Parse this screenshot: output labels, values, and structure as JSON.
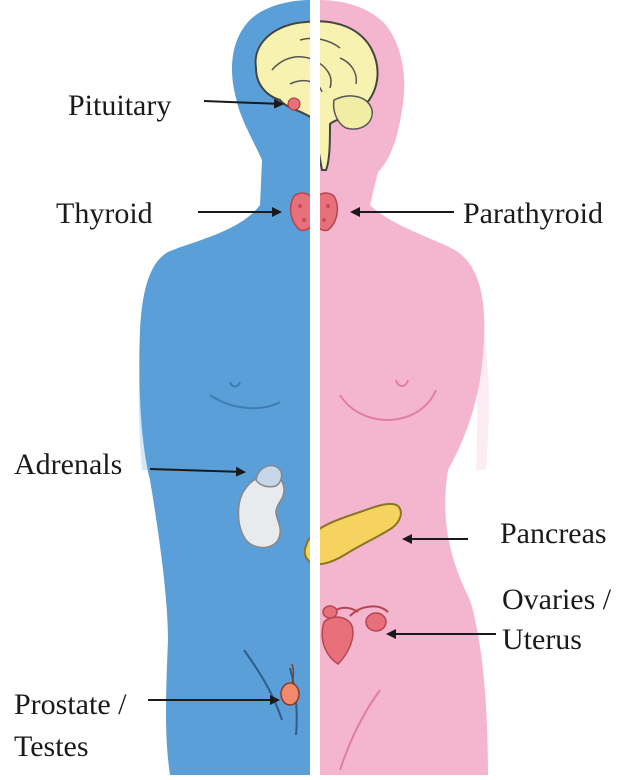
{
  "labels": {
    "pituitary": "Pituitary",
    "thyroid": "Thyroid",
    "parathyroid": "Parathyroid",
    "adrenals": "Adrenals",
    "pancreas": "Pancreas",
    "ovaries_line1": "Ovaries /",
    "ovaries_line2": "Uterus",
    "prostate_line1": "Prostate /",
    "prostate_line2": "Testes"
  },
  "colors": {
    "male_side": "#5b9fd8",
    "female_side": "#f4b6cf",
    "brain": "#f7f2b0",
    "gland_red": "#e8707a",
    "pancreas": "#f5d35e",
    "kidney": "#e8eaee",
    "arrow": "#1a1a1a"
  }
}
